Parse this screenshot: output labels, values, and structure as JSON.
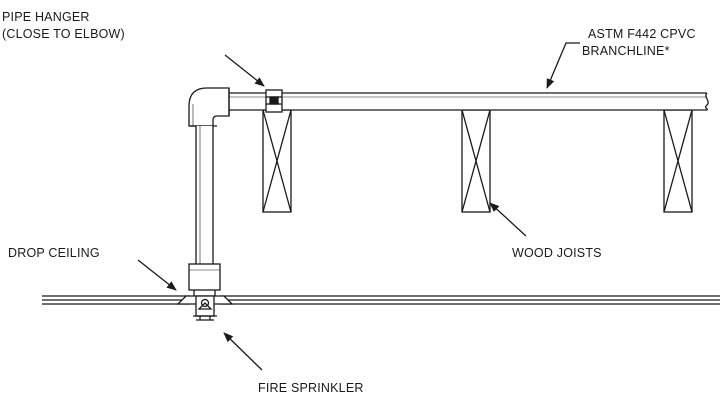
{
  "labels": {
    "pipe_hanger_line1": "PIPE HANGER",
    "pipe_hanger_line2": "(CLOSE TO ELBOW)",
    "branchline_line1": "ASTM F442 CPVC",
    "branchline_line2": "BRANCHLINE*",
    "wood_joists": "WOOD JOISTS",
    "drop_ceiling": "DROP CEILING",
    "fire_sprinkler": "FIRE SPRINKLER"
  },
  "colors": {
    "line": "#1a1a1a",
    "background": "#ffffff"
  }
}
